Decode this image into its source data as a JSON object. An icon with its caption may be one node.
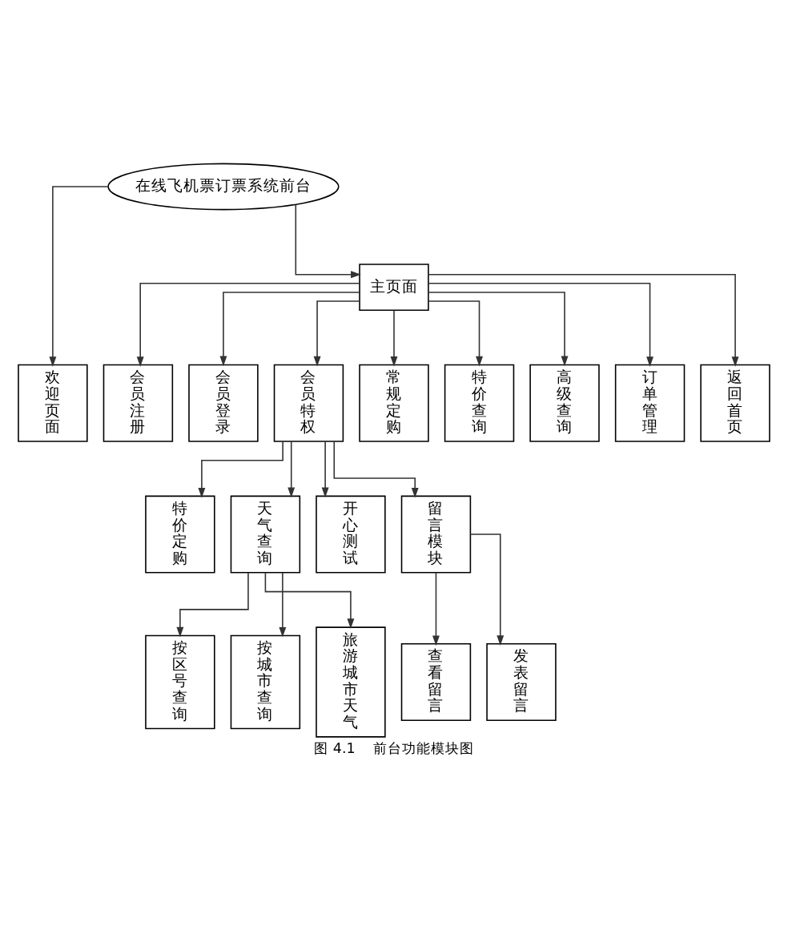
{
  "diagram": {
    "caption": "图 4.1    前台功能模块图",
    "nodes": [
      {
        "text": [
          "在线飞机票订票系统前台"
        ]
      },
      {
        "text": [
          "欢迎页面"
        ]
      },
      {
        "text": [
          "主页面"
        ]
      },
      {
        "text": [
          "会员注册"
        ]
      },
      {
        "text": [
          "会员登录"
        ]
      },
      {
        "text": [
          "会员特权"
        ]
      },
      {
        "text": [
          "常规定购"
        ]
      },
      {
        "text": [
          "特价查询"
        ]
      },
      {
        "text": [
          "高级查询"
        ]
      },
      {
        "text": [
          "订单管理"
        ]
      },
      {
        "text": [
          "返回首页"
        ]
      },
      {
        "text": [
          "特价定购"
        ]
      },
      {
        "text": [
          "天气查询"
        ]
      },
      {
        "text": [
          "开心测试"
        ]
      },
      {
        "text": [
          "留言模块"
        ]
      },
      {
        "text": [
          "按区号查询"
        ]
      },
      {
        "text": [
          "按城市查询"
        ]
      },
      {
        "text": [
          "旅游城市天气"
        ]
      },
      {
        "text": [
          "查看留言"
        ]
      },
      {
        "text": [
          "发表留言"
        ]
      }
    ],
    "edges": [
      {
        "from": 0,
        "to": 1,
        "arrow": "to"
      },
      {
        "from": 0,
        "to": 2,
        "arrow": "to"
      },
      {
        "from": 2,
        "to": 3,
        "arrow": "to"
      },
      {
        "from": 2,
        "to": 4,
        "arrow": "to"
      },
      {
        "from": 2,
        "to": 5,
        "arrow": "to"
      },
      {
        "from": 2,
        "to": 6,
        "arrow": "to"
      },
      {
        "from": 2,
        "to": 7,
        "arrow": "to"
      },
      {
        "from": 2,
        "to": 8,
        "arrow": "to"
      },
      {
        "from": 2,
        "to": 9,
        "arrow": "to"
      },
      {
        "from": 2,
        "to": 10,
        "arrow": "to"
      },
      {
        "from": 5,
        "to": 11,
        "arrow": "to"
      },
      {
        "from": 5,
        "to": 12,
        "arrow": "to"
      },
      {
        "from": 5,
        "to": 13,
        "arrow": "to"
      },
      {
        "from": 5,
        "to": 14,
        "arrow": "to"
      },
      {
        "from": 12,
        "to": 15,
        "arrow": "to"
      },
      {
        "from": 12,
        "to": 16,
        "arrow": "to"
      },
      {
        "from": 12,
        "to": 17,
        "arrow": "to"
      },
      {
        "from": 14,
        "to": 18,
        "arrow": "to"
      },
      {
        "from": 14,
        "to": 19,
        "arrow": "to"
      }
    ]
  }
}
